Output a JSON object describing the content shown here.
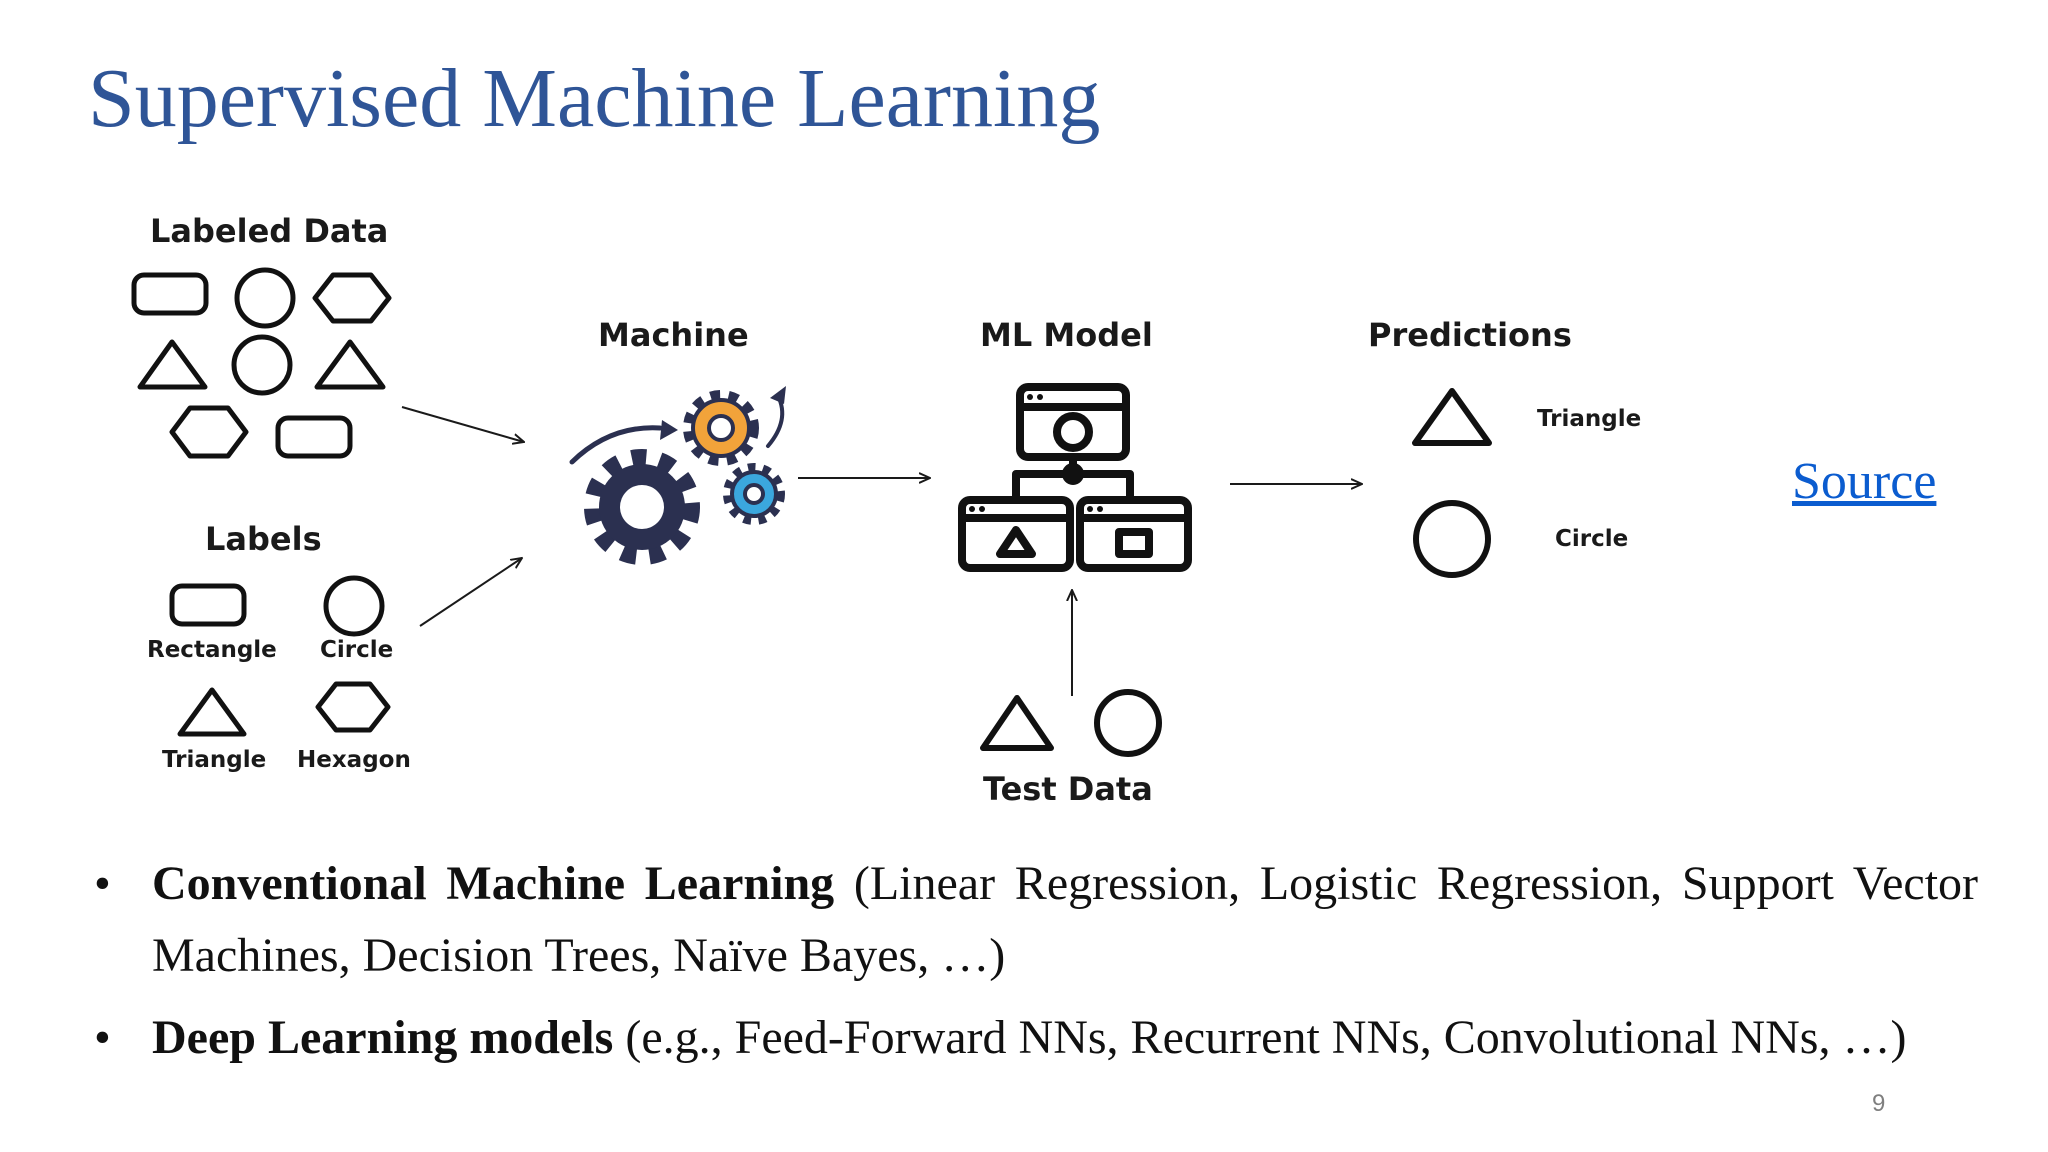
{
  "slide": {
    "title": "Supervised Machine Learning",
    "page_number": "9",
    "source_link": "Source"
  },
  "diagram": {
    "labeled_data_title": "Labeled Data",
    "labels_title": "Labels",
    "labels": {
      "rectangle": "Rectangle",
      "circle": "Circle",
      "triangle": "Triangle",
      "hexagon": "Hexagon"
    },
    "machine_title": "Machine",
    "ml_model_title": "ML Model",
    "predictions_title": "Predictions",
    "predictions": {
      "triangle": "Triangle",
      "circle": "Circle"
    },
    "test_data_title": "Test Data",
    "colors": {
      "gear_dark": "#2b3050",
      "gear_orange": "#f2a33a",
      "gear_blue": "#3ba7de",
      "title_blue": "#2f5597"
    }
  },
  "bullets": [
    {
      "bold": "Conventional Machine Learning",
      "rest": " (Linear Regression, Logistic Regression, Support Vector Machines, Decision Trees, Naïve Bayes, …)"
    },
    {
      "bold": "Deep Learning models",
      "rest": " (e.g., Feed-Forward NNs, Recurrent NNs, Convolutional NNs, …)"
    }
  ]
}
